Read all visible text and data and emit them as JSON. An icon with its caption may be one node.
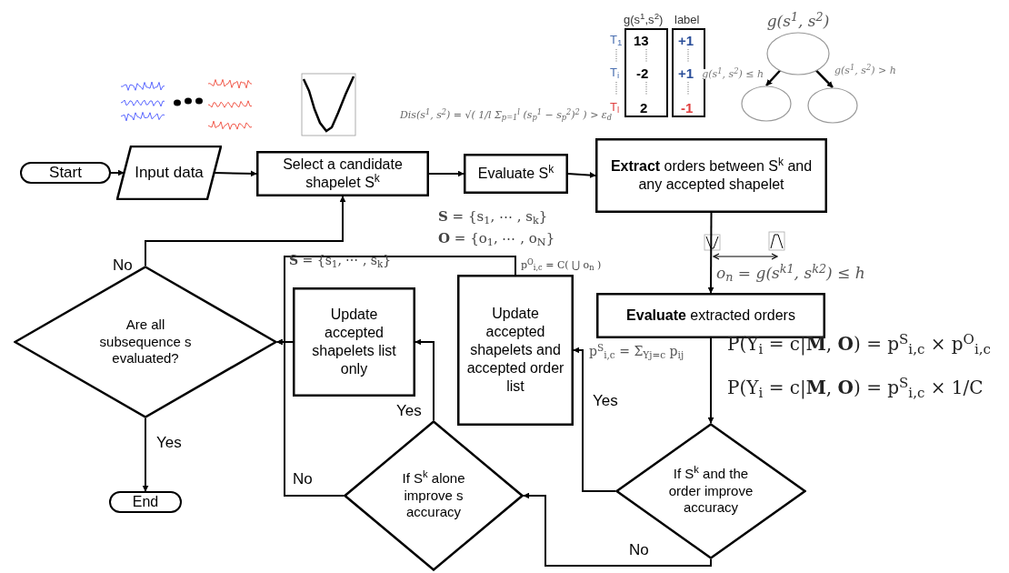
{
  "diagram": {
    "nodes": [
      {
        "text": [
          "Start"
        ]
      },
      {
        "text": [
          "Input data"
        ]
      },
      {
        "text": [
          "Select a candidate shapelet S$^{k}$"
        ]
      },
      {
        "text": [
          "Evaluate S$^{k}$"
        ]
      },
      {
        "text": [
          "**Extract** orders between S$^{k}$ and any accepted shapelet"
        ]
      },
      {
        "text": [
          "**Evaluate** extracted orders"
        ]
      },
      {
        "text": [
          "If S$^{k}$ and the order improve accuracy"
        ]
      },
      {
        "text": [
          "Update accepted shapelets and accepted order list"
        ]
      },
      {
        "text": [
          "If S$^{k}$ alone improve s accuracy"
        ]
      },
      {
        "text": [
          "Update accepted shapelets list only"
        ]
      },
      {
        "text": [
          "Are all subsequence s evaluated?"
        ]
      },
      {
        "text": [
          "End"
        ]
      },
      {
        "text": [],
        "shape": "circle",
        "beside": [
          "g(s$^{1}$, s$^{2}$)"
        ]
      },
      {
        "text": [],
        "shape": "circle"
      },
      {
        "text": [],
        "shape": "circle"
      }
    ],
    "edges": [
      {
        "from": 0,
        "to": 1,
        "arrow": "to"
      },
      {
        "from": 1,
        "to": 2,
        "arrow": "to"
      },
      {
        "from": 2,
        "to": 3,
        "arrow": "to"
      },
      {
        "from": 3,
        "to": 4,
        "arrow": "to"
      },
      {
        "from": 4,
        "to": 5,
        "arrow": "to"
      },
      {
        "from": 5,
        "to": 6,
        "arrow": "to"
      },
      {
        "from": 6,
        "to": 7,
        "arrow": "to",
        "label": "Yes"
      },
      {
        "from": 6,
        "to": 8,
        "arrow": "to",
        "label": "No"
      },
      {
        "from": 8,
        "to": 9,
        "arrow": "to",
        "label": "Yes"
      },
      {
        "from": 8,
        "to": 10,
        "arrow": "to",
        "label": "No"
      },
      {
        "from": 9,
        "to": 10,
        "arrow": "to"
      },
      {
        "from": 7,
        "to": 10,
        "arrow": "to"
      },
      {
        "from": 10,
        "to": 2,
        "arrow": "to",
        "label": "No"
      },
      {
        "from": 10,
        "to": 11,
        "arrow": "to",
        "label": "Yes"
      },
      {
        "from": 12,
        "to": 13,
        "arrow": "to",
        "label": "g(s$^{1}$, s$^{2}$) ≤ h"
      },
      {
        "from": 12,
        "to": 14,
        "arrow": "to",
        "label": "g(s$^{1}$, s$^{2}$) > h"
      }
    ],
    "labels": [
      "Dis(s$^{1}$, s$^{2}$) = √( 1/l Σ$_{p=1}$$^{l}$ (s$_{p}$$^{1}$ − s$_{p}$$^{2}$)$^{2}$ ) > ε$_{d}$",
      "g(s$^{1}$,s$^{2}$)",
      "label",
      "T$_{1}$",
      "13",
      "+1",
      "T$_{i}$",
      "-2",
      "+1",
      "T$_{l}$",
      "2",
      "-1",
      "**S** = {s$_{1}$, ⋯ , s$_{k}$}",
      "**O** = {o$_{1}$, ⋯ , o$_{N}$}",
      "**S** = {s$_{1}$, ⋯ , s$_{k}$}",
      "p$^{O}$$_{i,c}$ = C( ⋃ o$_{n}$ )",
      "o$_{n}$ = g(s$^{k1}$, s$^{k2}$) ≤ h",
      "p$^{S}$$_{i,c}$ = Σ$_{Yj=c}$ p$_{ij}$",
      "P(Y$_{i}$ = c|**M**, **O**) = p$^{S}$$_{i,c}$ × p$^{O}$$_{i,c}$",
      "P(Y$_{i}$ = c|**M**, **O**) = p$^{S}$$_{i,c}$ × 1/C"
    ]
  }
}
